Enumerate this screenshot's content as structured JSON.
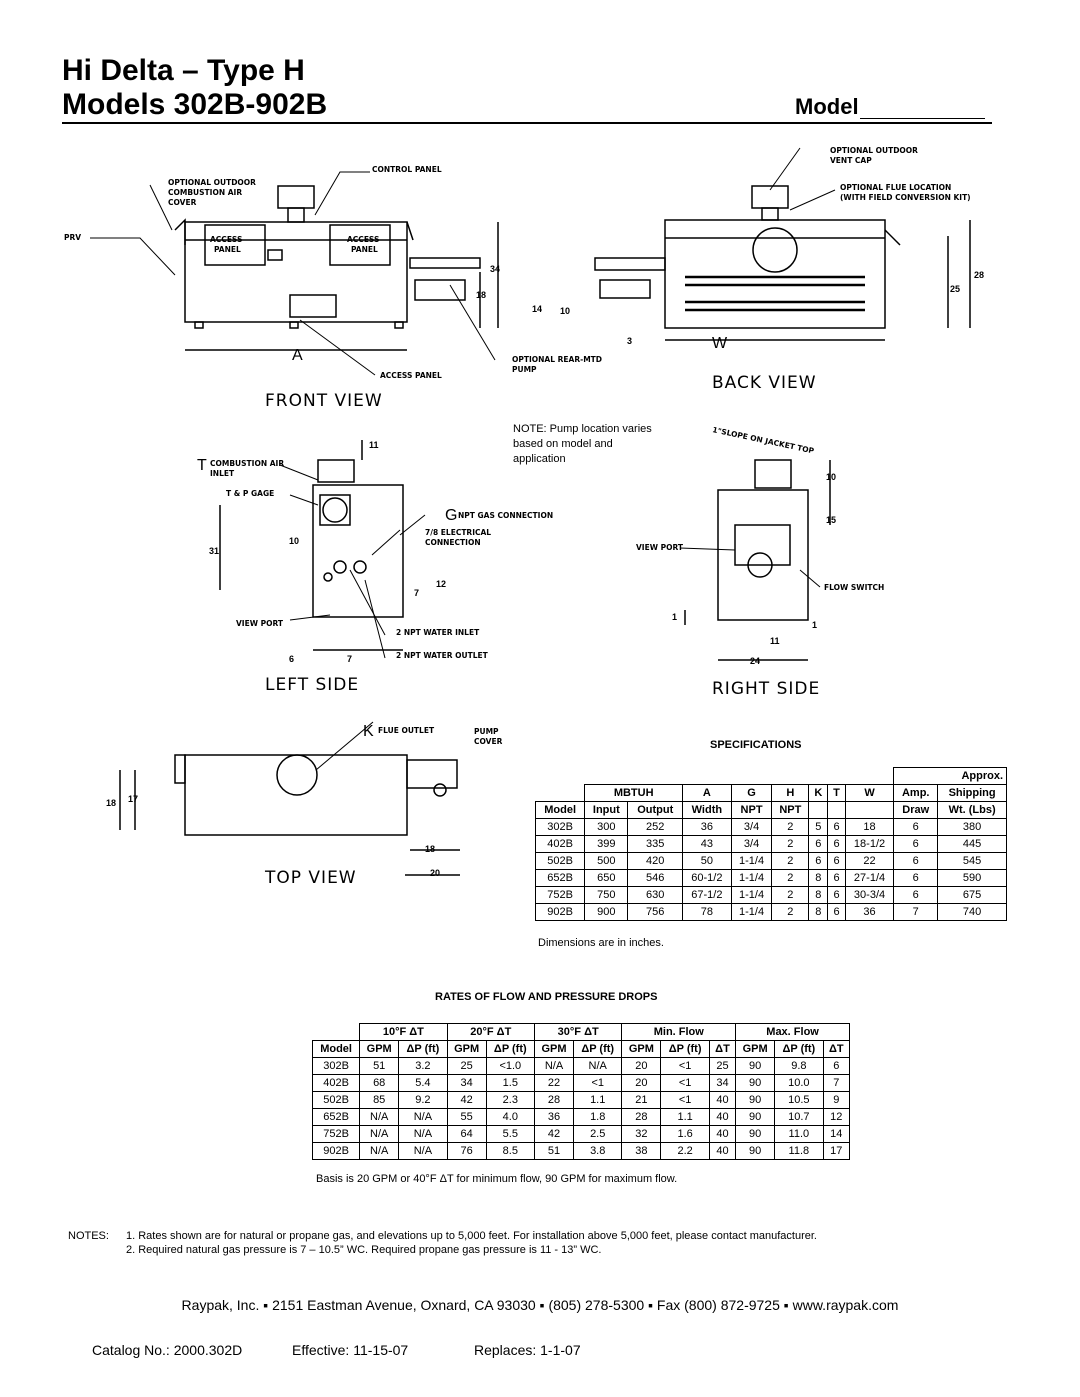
{
  "header": {
    "title_line1": "Hi Delta – Type H",
    "title_line2": "Models 302B-902B",
    "model_label": "Model"
  },
  "drawings": {
    "front_view": {
      "name": "FRONT VIEW",
      "labels": [
        "OPTIONAL OUTDOOR",
        "COMBUSTION AIR",
        "COVER",
        "CONTROL PANEL",
        "PRV",
        "ACCESS",
        "PANEL",
        "ACCESS",
        "PANEL",
        "A",
        "ACCESS PANEL",
        "OPTIONAL REAR-MTD",
        "PUMP"
      ],
      "dims": [
        "34",
        "18",
        "14",
        "10"
      ]
    },
    "back_view": {
      "name": "BACK VIEW",
      "labels": [
        "OPTIONAL OUTDOOR",
        "VENT CAP",
        "OPTIONAL FLUE LOCATION",
        "(WITH FIELD CONVERSION KIT)",
        "W"
      ],
      "dims": [
        "28",
        "25",
        "3"
      ]
    },
    "left_side": {
      "name": "LEFT SIDE",
      "labels": [
        "T",
        "COMBUSTION AIR",
        "INLET",
        "T & P GAGE",
        "G",
        "NPT GAS CONNECTION",
        "7/8 ELECTRICAL",
        "CONNECTION",
        "VIEW PORT",
        "2 NPT WATER INLET",
        "2 NPT WATER OUTLET"
      ],
      "dims": [
        "11",
        "31",
        "10",
        "12",
        "7",
        "6",
        "7"
      ]
    },
    "right_side": {
      "name": "RIGHT SIDE",
      "labels": [
        "1\"SLOPE ON JACKET TOP",
        "VIEW PORT",
        "FLOW SWITCH"
      ],
      "dims": [
        "10",
        "15",
        "1",
        "1",
        "11",
        "24"
      ]
    },
    "top_view": {
      "name": "TOP VIEW",
      "labels": [
        "K",
        "FLUE OUTLET",
        "PUMP",
        "COVER"
      ],
      "dims": [
        "18",
        "17",
        "18",
        "20"
      ]
    },
    "pump_note": "NOTE: Pump location varies based on model and application"
  },
  "specifications": {
    "title": "SPECIFICATIONS",
    "header_row1": [
      "",
      "",
      "",
      "",
      "",
      "",
      "",
      "",
      "",
      "Approx."
    ],
    "mbtuh": "MBTUH",
    "cols_row2": [
      "A",
      "G",
      "H",
      "K",
      "T",
      "W",
      "Amp.",
      "Shipping"
    ],
    "cols_row3": [
      "Model",
      "Input",
      "Output",
      "Width",
      "NPT",
      "NPT",
      "",
      "",
      "",
      "Draw",
      "Wt. (Lbs)"
    ],
    "rows": [
      [
        "302B",
        "300",
        "252",
        "36",
        "3/4",
        "2",
        "5",
        "6",
        "18",
        "6",
        "380"
      ],
      [
        "402B",
        "399",
        "335",
        "43",
        "3/4",
        "2",
        "6",
        "6",
        "18-1/2",
        "6",
        "445"
      ],
      [
        "502B",
        "500",
        "420",
        "50",
        "1-1/4",
        "2",
        "6",
        "6",
        "22",
        "6",
        "545"
      ],
      [
        "652B",
        "650",
        "546",
        "60-1/2",
        "1-1/4",
        "2",
        "8",
        "6",
        "27-1/4",
        "6",
        "590"
      ],
      [
        "752B",
        "750",
        "630",
        "67-1/2",
        "1-1/4",
        "2",
        "8",
        "6",
        "30-3/4",
        "6",
        "675"
      ],
      [
        "902B",
        "900",
        "756",
        "78",
        "1-1/4",
        "2",
        "8",
        "6",
        "36",
        "7",
        "740"
      ]
    ],
    "note": "Dimensions are in inches."
  },
  "flow": {
    "title": "RATES OF FLOW AND PRESSURE DROPS",
    "groups": [
      "10°F ΔT",
      "20°F ΔT",
      "30°F ΔT",
      "Min. Flow",
      "Max. Flow"
    ],
    "subheaders": [
      "Model",
      "GPM",
      "ΔP (ft)",
      "GPM",
      "ΔP (ft)",
      "GPM",
      "ΔP (ft)",
      "GPM",
      "ΔP (ft)",
      "ΔT",
      "GPM",
      "ΔP (ft)",
      "ΔT"
    ],
    "rows": [
      [
        "302B",
        "51",
        "3.2",
        "25",
        "<1.0",
        "N/A",
        "N/A",
        "20",
        "<1",
        "25",
        "90",
        "9.8",
        "6"
      ],
      [
        "402B",
        "68",
        "5.4",
        "34",
        "1.5",
        "22",
        "<1",
        "20",
        "<1",
        "34",
        "90",
        "10.0",
        "7"
      ],
      [
        "502B",
        "85",
        "9.2",
        "42",
        "2.3",
        "28",
        "1.1",
        "21",
        "<1",
        "40",
        "90",
        "10.5",
        "9"
      ],
      [
        "652B",
        "N/A",
        "N/A",
        "55",
        "4.0",
        "36",
        "1.8",
        "28",
        "1.1",
        "40",
        "90",
        "10.7",
        "12"
      ],
      [
        "752B",
        "N/A",
        "N/A",
        "64",
        "5.5",
        "42",
        "2.5",
        "32",
        "1.6",
        "40",
        "90",
        "11.0",
        "14"
      ],
      [
        "902B",
        "N/A",
        "N/A",
        "76",
        "8.5",
        "51",
        "3.8",
        "38",
        "2.2",
        "40",
        "90",
        "11.8",
        "17"
      ]
    ],
    "note": "Basis is 20 GPM or 40°F ΔT for minimum flow, 90 GPM for maximum flow."
  },
  "notes": {
    "heading": "NOTES:",
    "items": [
      "1.  Rates shown are for natural or propane gas, and elevations up to 5,000 feet. For installation above 5,000 feet, please contact manufacturer.",
      "2.  Required natural gas pressure is 7 – 10.5” WC. Required propane gas pressure is 11 - 13” WC."
    ]
  },
  "footer": {
    "address": "Raypak, Inc.  ▪  2151 Eastman Avenue, Oxnard, CA  93030  ▪  (805) 278-5300  ▪  Fax (800) 872-9725  ▪  www.raypak.com",
    "catalog": "Catalog No.:  2000.302D",
    "effective": "Effective:  11-15-07",
    "replaces": "Replaces:  1-1-07"
  }
}
